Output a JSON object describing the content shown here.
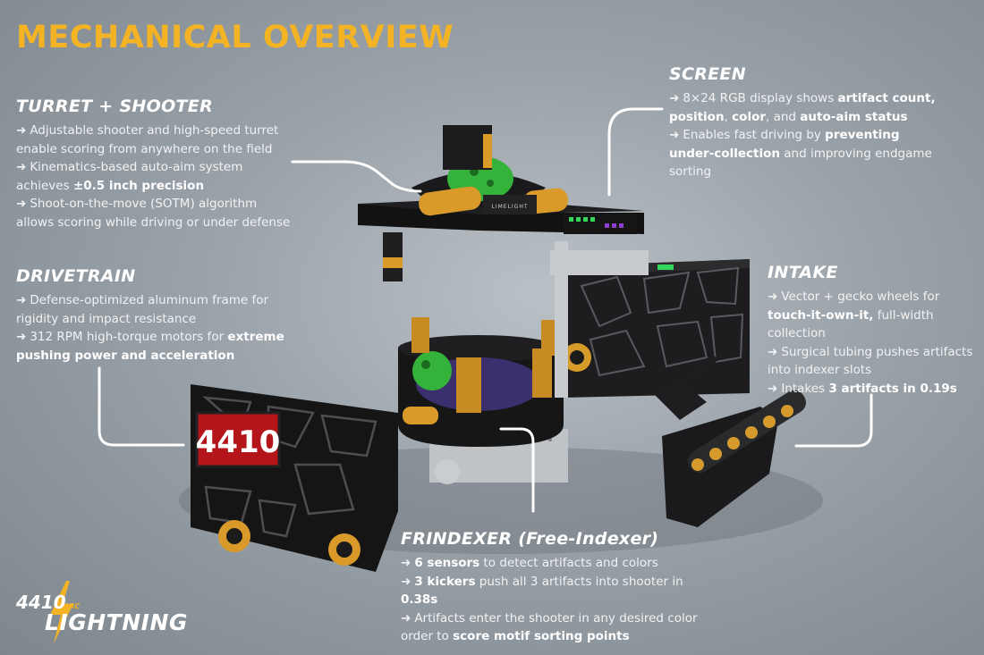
{
  "page": {
    "title": "MECHANICAL OVERVIEW"
  },
  "colors": {
    "accent": "#f4b324",
    "text": "#ffffff",
    "background": "#9aa2a9"
  },
  "sections": {
    "turret": {
      "title": "TURRET + SHOOTER",
      "l1": "Adjustable shooter and high-speed turret enable scoring from anywhere on the field",
      "l2a": "Kinematics-based auto-aim system achieves ",
      "l2b": "±0.5 inch precision",
      "l3": "Shoot-on-the-move (SOTM) algorithm allows scoring while driving or under defense"
    },
    "drivetrain": {
      "title": "DRIVETRAIN",
      "l1": "Defense-optimized aluminum frame for rigidity and impact resistance",
      "l2a": "312 RPM high-torque motors for ",
      "l2b": "extreme pushing power and acceleration"
    },
    "screen": {
      "title": "SCREEN",
      "l1a": "8×24 RGB display shows ",
      "l1b": "artifact count, position",
      "l1c": ", ",
      "l1d": "color",
      "l1e": ", and ",
      "l1f": "auto-aim status",
      "l2a": "Enables fast driving by ",
      "l2b": "preventing under-collection",
      "l2c": " and improving endgame sorting"
    },
    "intake": {
      "title": "INTAKE",
      "l1a": "Vector + gecko wheels for ",
      "l1b": "touch-it-own-it,",
      "l1c": " full-width collection",
      "l2": "Surgical tubing pushes artifacts into indexer slots",
      "l3a": "Intakes ",
      "l3b": "3 artifacts in 0.19s"
    },
    "frindexer": {
      "title": "FRINDEXER (Free-Indexer)",
      "l1a": "6 sensors",
      "l1b": " to detect artifacts and colors",
      "l2a": "3 kickers",
      "l2b": " push all 3 artifacts into shooter in ",
      "l2c": "0.38s",
      "l3a": "Artifacts enter the shooter in any desired color order to ",
      "l3b": "score motif sorting points"
    }
  },
  "arrow_glyph": "➜",
  "robot": {
    "plate_number": "4410",
    "camera_label": "LIMELIGHT"
  },
  "logo": {
    "number": "4410",
    "sub": "ARC",
    "word": "LIGHTNING"
  }
}
